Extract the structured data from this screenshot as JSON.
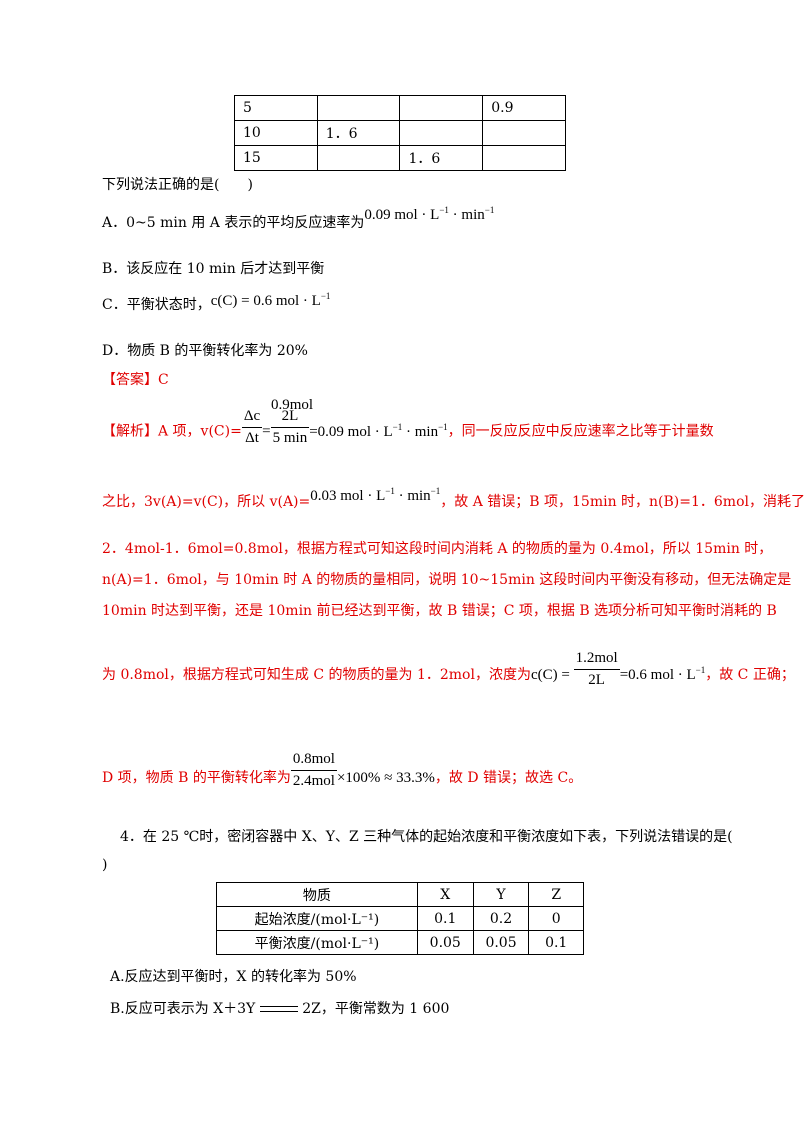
{
  "top_table": {
    "rows": [
      [
        "5",
        "",
        "",
        "0.9"
      ],
      [
        "10",
        "1．6",
        "",
        ""
      ],
      [
        "15",
        "",
        "1．6",
        ""
      ]
    ]
  },
  "q3": {
    "stem": "下列说法正确的是(　　)",
    "optA_prefix": "A．0~5 min 用 A 表示的平均反应速率为",
    "optA_math": "0.09 mol · L",
    "optA_math_mid": " · min",
    "optB": "B．该反应在 10 min 后才达到平衡",
    "optC_prefix": "C．平衡状态时，",
    "optC_math": "c(C) = 0.6 mol · L",
    "optD": "D．物质 B 的平衡转化率为 20%",
    "answer_label": "【答案】",
    "answer_value": "C",
    "exp_label": "【解析】",
    "exp_l1_a": "A 项，v(C)=",
    "exp_l1_frac1_num": "Δc",
    "exp_l1_frac1_den": "Δt",
    "exp_l1_top": "0.9mol",
    "exp_l1_frac2_num": "2L",
    "exp_l1_frac2_den": "5 min",
    "exp_l1_val": "=0.09 mol · L",
    "exp_l1_val_mid": " · min",
    "exp_l1_b": "，同一反应反应中反应速率之比等于计量数",
    "exp_l2_a": "之比，3v(A)=v(C)，所以 v(A)=",
    "exp_l2_math": "0.03 mol · L",
    "exp_l2_math_mid": " · min",
    "exp_l2_b": "，故 A 错误；B 项，15min 时，n(B)=1．6mol，消耗了",
    "exp_l3": "2．4mol-1．6mol=0.8mol，根据方程式可知这段时间内消耗 A 的物质的量为 0.4mol，所以 15min 时，",
    "exp_l4": "n(A)=1．6mol，与 10min 时 A 的物质的量相同，说明 10~15min 这段时间内平衡没有移动，但无法确定是",
    "exp_l5": "10min 时达到平衡，还是 10min 前已经达到平衡，故 B 错误；C 项，根据 B 选项分析可知平衡时消耗的 B",
    "exp_l6_a": "为 0.8mol，根据方程式可知生成 C 的物质的量为 1．2mol，浓度为",
    "exp_l6_math_pre": "c(C) =",
    "exp_l6_frac_num": "1.2mol",
    "exp_l6_frac_den": "2L",
    "exp_l6_math_post": "=0.6 mol · L",
    "exp_l6_b": "，故 C 正确；",
    "exp_l7_a": "D 项，物质 B 的平衡转化率为",
    "exp_l7_frac_num": "0.8mol",
    "exp_l7_frac_den": "2.4mol",
    "exp_l7_math_post": "×100% ≈ 33.3%",
    "exp_l7_b": "，故 D 错误；故选 C。",
    "sup_neg1": "−1"
  },
  "q4": {
    "stem_l1": "4．在 25 ℃时，密闭容器中 X、Y、Z 三种气体的起始浓度和平衡浓度如下表，下列说法错误的是(",
    "stem_l2": ")",
    "table": {
      "headers": [
        "物质",
        "X",
        "Y",
        "Z"
      ],
      "rows": [
        [
          "起始浓度/(mol·L⁻¹)",
          "0.1",
          "0.2",
          "0"
        ],
        [
          "平衡浓度/(mol·L⁻¹)",
          "0.05",
          "0.05",
          "0.1"
        ]
      ]
    },
    "optA": "A.反应达到平衡时，X 的转化率为 50%",
    "optB_a": "B.反应可表示为 X＋3Y",
    "optB_b": "2Z，平衡常数为 1 600"
  }
}
